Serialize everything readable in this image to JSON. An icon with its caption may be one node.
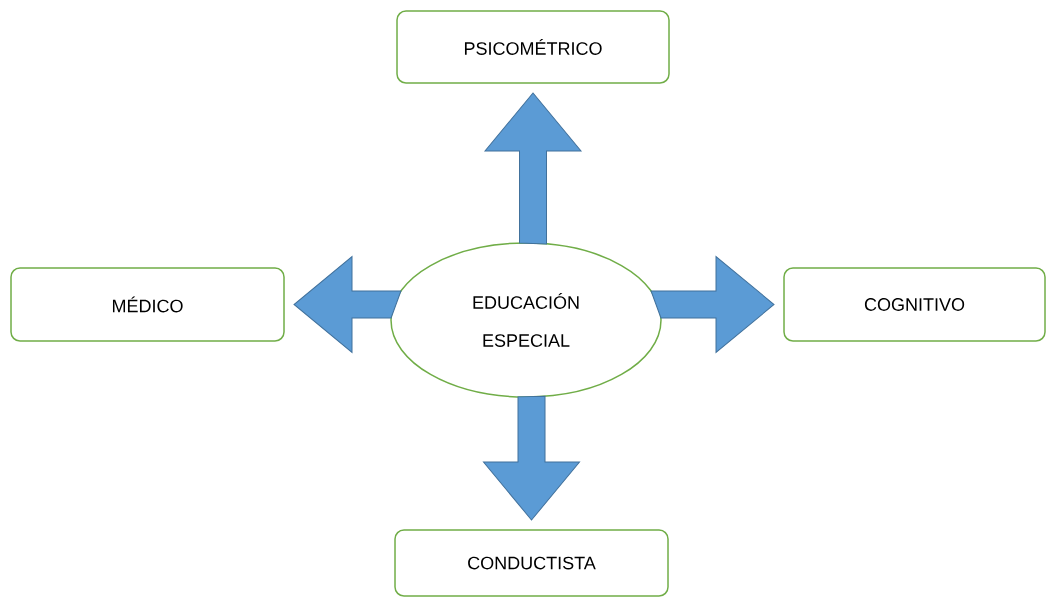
{
  "diagram": {
    "nodes": [
      {
        "text": [
          "PSICOMÉTRICO"
        ]
      },
      {
        "text": [
          "MÉDICO"
        ]
      },
      {
        "text": [
          "EDUCACIÓN ESPECIAL"
        ]
      },
      {
        "text": [
          "COGNITIVO"
        ]
      },
      {
        "text": [
          "CONDUCTISTA"
        ]
      }
    ],
    "edges": [
      {
        "from": 2,
        "to": 0,
        "arrow": "to"
      },
      {
        "from": 2,
        "to": 1,
        "arrow": "to"
      },
      {
        "from": 2,
        "to": 3,
        "arrow": "to"
      },
      {
        "from": 2,
        "to": 4,
        "arrow": "to"
      }
    ]
  }
}
